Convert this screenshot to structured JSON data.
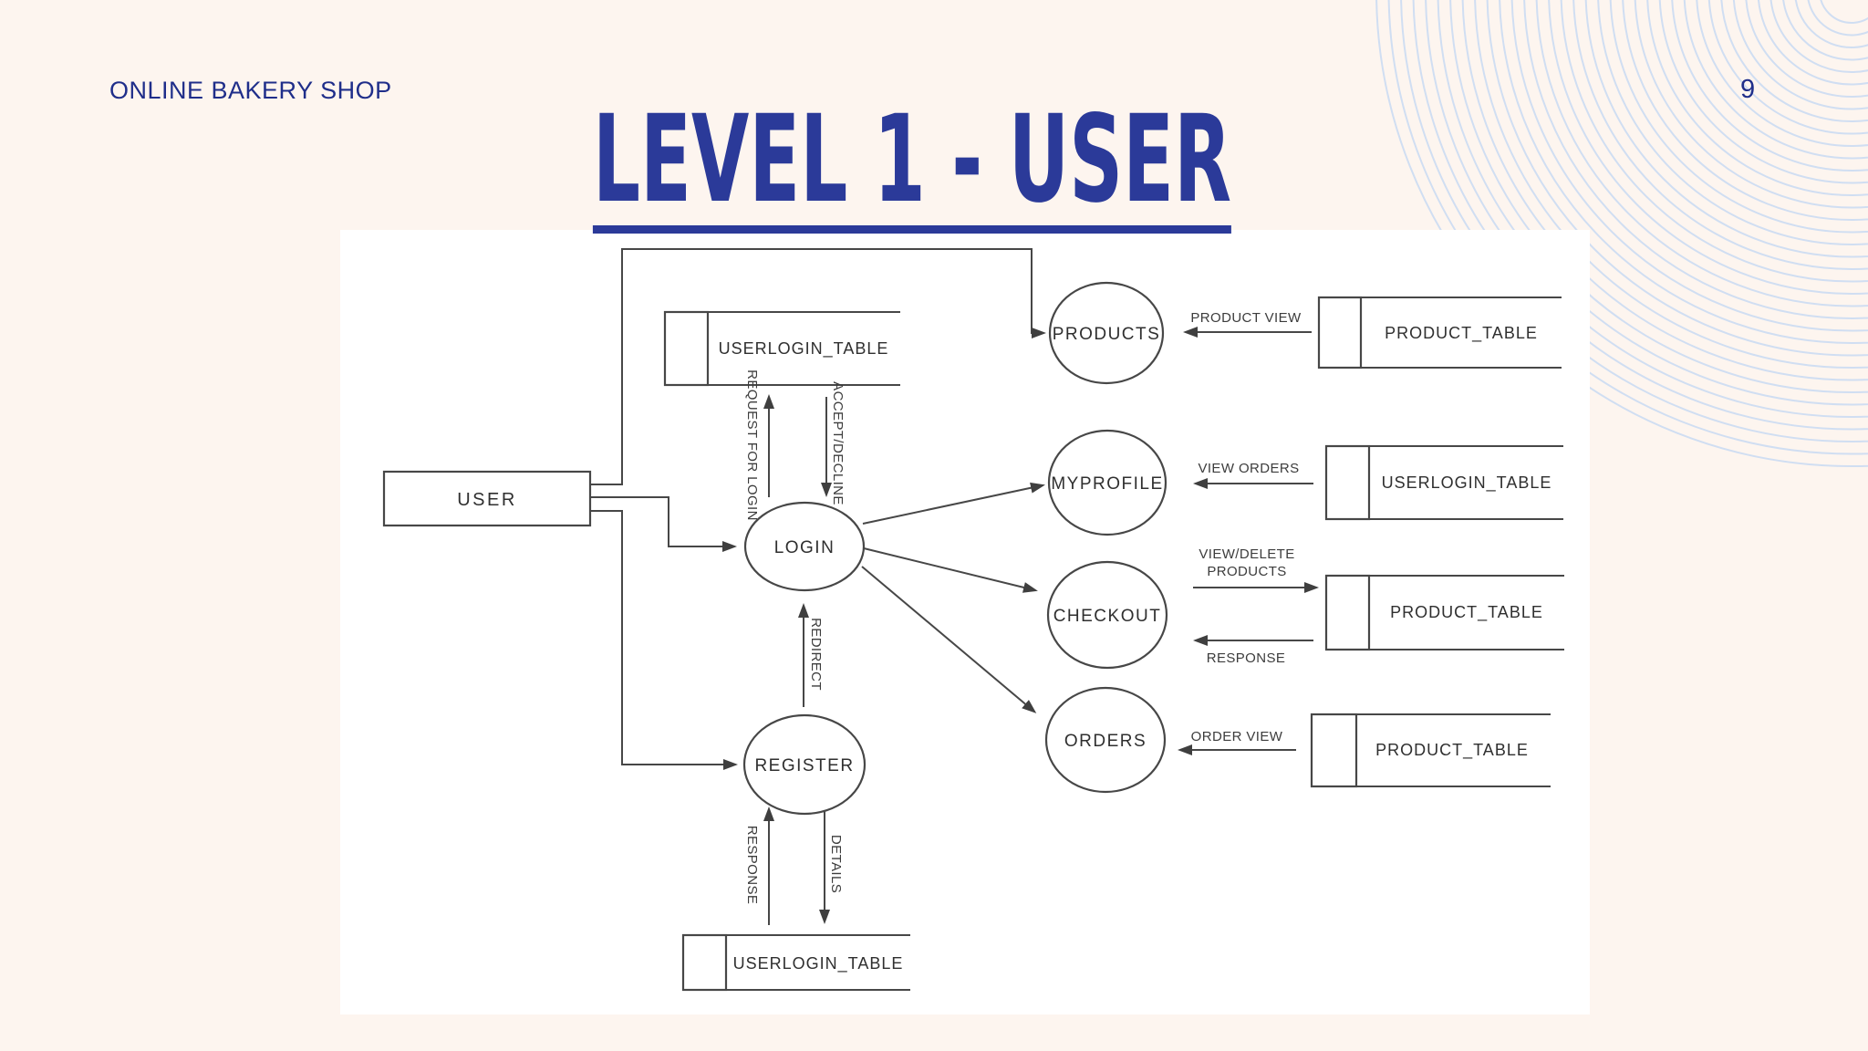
{
  "page": {
    "header": "ONLINE BAKERY SHOP",
    "number": "9",
    "title": "LEVEL 1 - USER"
  },
  "colors": {
    "background": "#fdf5ef",
    "panel": "#ffffff",
    "header_text": "#1f2e8a",
    "title_text": "#2b3a99",
    "arc_decoration": "#d0def2",
    "diagram_ink": "#474747"
  },
  "diagram": {
    "external_entity": {
      "label": "USER"
    },
    "processes": {
      "login": {
        "label": "LOGIN"
      },
      "register": {
        "label": "REGISTER"
      },
      "products": {
        "label": "PRODUCTS"
      },
      "myprofile": {
        "label": "MYPROFILE"
      },
      "checkout": {
        "label": "CHECKOUT"
      },
      "orders": {
        "label": "ORDERS"
      }
    },
    "datastores": {
      "top": {
        "label": "USERLOGIN_TABLE"
      },
      "products_row": {
        "label": "PRODUCT_TABLE"
      },
      "myprofile_row": {
        "label": "USERLOGIN_TABLE"
      },
      "checkout_row": {
        "label": "PRODUCT_TABLE"
      },
      "orders_row": {
        "label": "PRODUCT_TABLE"
      },
      "bottom": {
        "label": "USERLOGIN_TABLE"
      }
    },
    "flows": {
      "request_for_login": {
        "label": "REQUEST FOR LOGIN"
      },
      "accept_decline": {
        "label": "ACCEPT/DECLINE"
      },
      "redirect": {
        "label": "REDIRECT"
      },
      "register_response": {
        "label": "RESPONSE"
      },
      "details": {
        "label": "DETAILS"
      },
      "product_view": {
        "label": "PRODUCT VIEW"
      },
      "view_orders": {
        "label": "VIEW ORDERS"
      },
      "view_delete_products": {
        "line1": "VIEW/DELETE",
        "line2": "PRODUCTS"
      },
      "checkout_response": {
        "label": "RESPONSE"
      },
      "order_view": {
        "label": "ORDER VIEW"
      }
    }
  }
}
